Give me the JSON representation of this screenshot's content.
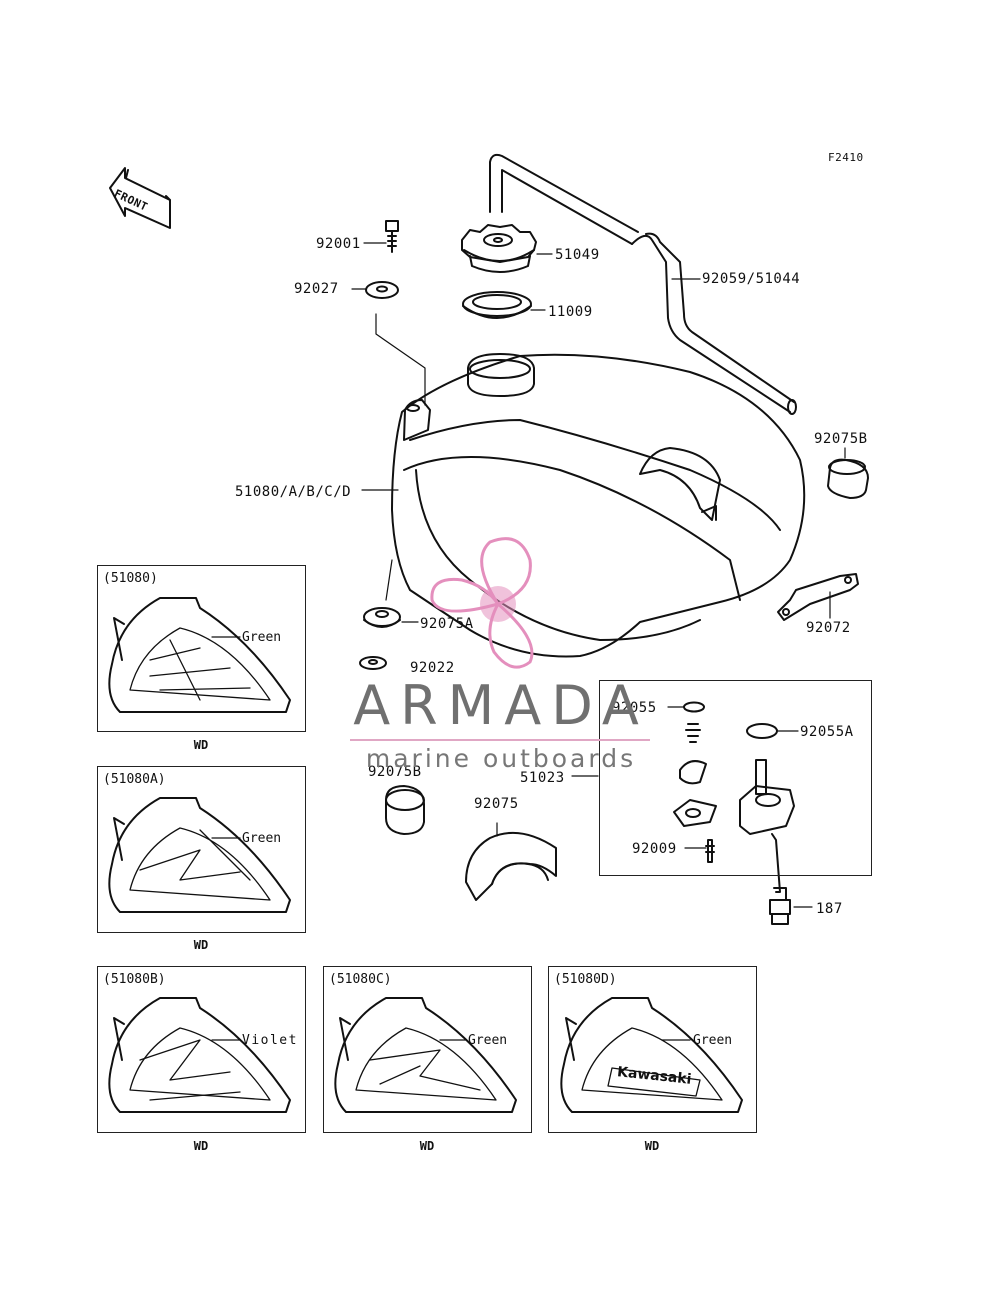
{
  "figure_code": "F2410",
  "front_label": "FRONT",
  "callouts": {
    "bolt": "92001",
    "washer_top": "92027",
    "cap": "51049",
    "gasket": "11009",
    "hose": "92059/51044",
    "tank": "51080/A/B/C/D",
    "damper_right": "92075B",
    "bracket": "92072",
    "grommet": "92075A",
    "washer_small": "92022",
    "damper_left": "92075B",
    "damper_saddle": "92075",
    "fuel_cock": "51023",
    "oring_small": "92055",
    "oring_large": "92055A",
    "screw": "92009",
    "drain_bolt": "187"
  },
  "variants": [
    {
      "code": "(51080)",
      "color": "Green",
      "tag": "WD"
    },
    {
      "code": "(51080A)",
      "color": "Green",
      "tag": "WD"
    },
    {
      "code": "(51080B)",
      "color": "Violet",
      "tag": "WD"
    },
    {
      "code": "(51080C)",
      "color": "Green",
      "tag": "WD"
    },
    {
      "code": "(51080D)",
      "color": "Green",
      "tag": "WD"
    }
  ],
  "decal_brand": "Kawasaki",
  "watermark": {
    "name": "ARMADA",
    "tagline": "marine outboards",
    "accent_color": "#e48fbd"
  }
}
